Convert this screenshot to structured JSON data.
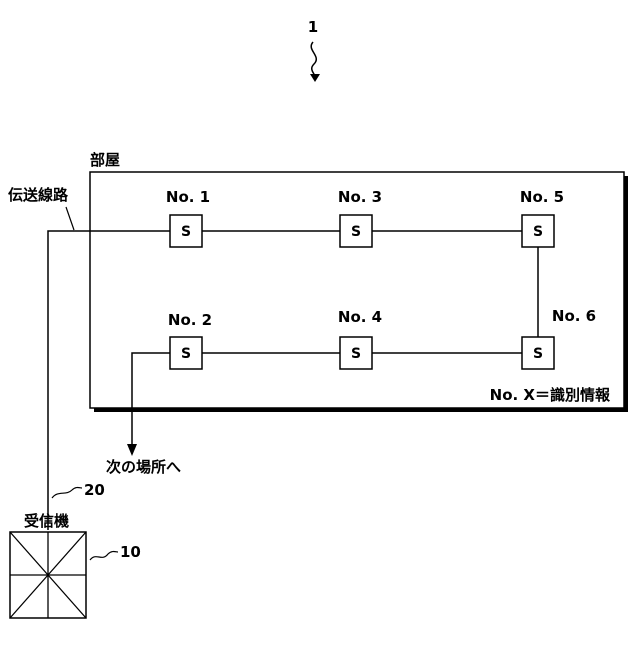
{
  "figure": {
    "number": "1"
  },
  "room": {
    "label": "部屋"
  },
  "transmission_line": {
    "label": "伝送線路",
    "ref": "20"
  },
  "receiver": {
    "label": "受信機",
    "ref": "10"
  },
  "next_place": {
    "label": "次の場所へ"
  },
  "legend": {
    "text": "No. X＝識別情報"
  },
  "sensors": [
    {
      "id": "No. 1",
      "letter": "S"
    },
    {
      "id": "No. 2",
      "letter": "S"
    },
    {
      "id": "No. 3",
      "letter": "S"
    },
    {
      "id": "No. 4",
      "letter": "S"
    },
    {
      "id": "No. 5",
      "letter": "S"
    },
    {
      "id": "No. 6",
      "letter": "S"
    }
  ]
}
